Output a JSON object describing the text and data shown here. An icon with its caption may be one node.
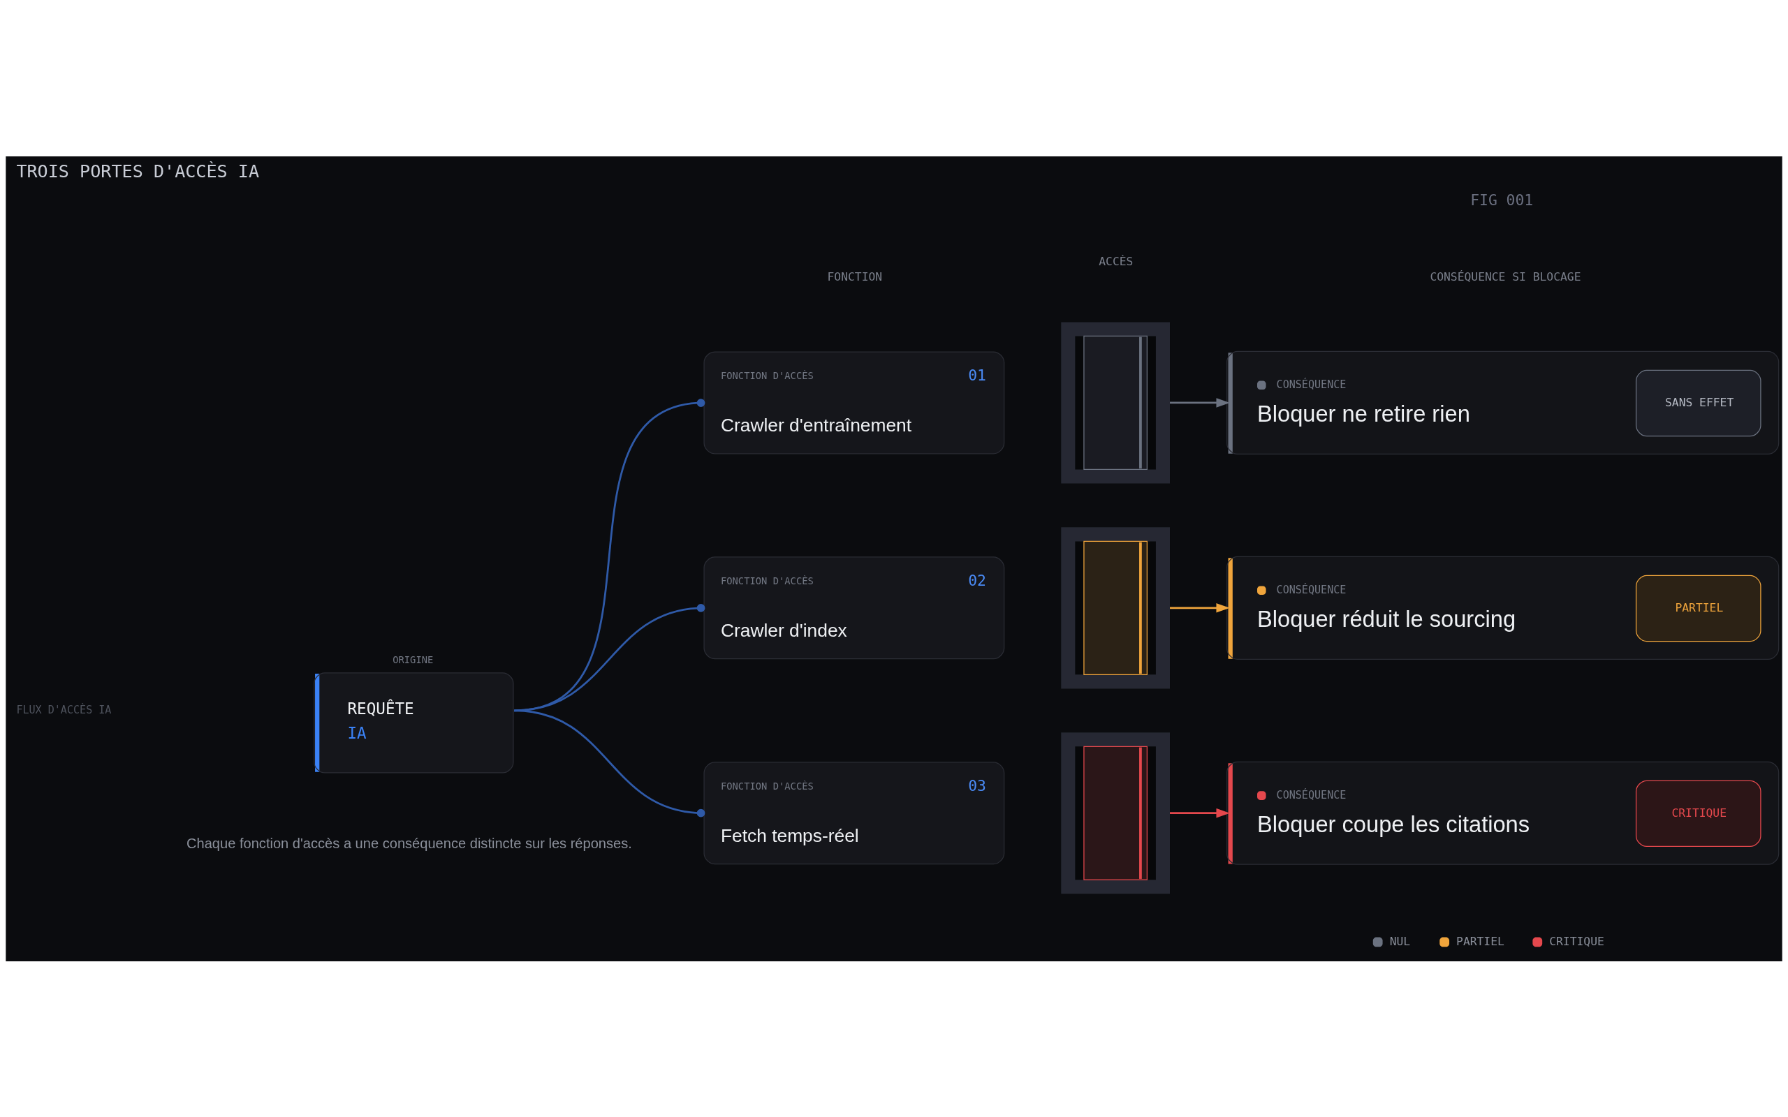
{
  "diagram": {
    "title": "TROIS PORTES D'ACCÈS IA",
    "caption": "Chaque fonction d'accès a une conséquence distincte sur les réponses.",
    "nodes": [
      {
        "text": [
          "ORIGINE",
          "REQUÊTE",
          "IA"
        ]
      },
      {
        "text": [
          "FONCTION D'ACCÈS",
          "01",
          "Crawler d'entraînement"
        ]
      },
      {
        "text": [
          "FONCTION D'ACCÈS",
          "02",
          "Crawler d'index"
        ]
      },
      {
        "text": [
          "FONCTION D'ACCÈS",
          "03",
          "Fetch temps-réel"
        ]
      },
      {
        "text": [],
        "shape": "picture"
      },
      {
        "text": [],
        "shape": "picture"
      },
      {
        "text": [],
        "shape": "picture"
      },
      {
        "text": [
          "CONSÉQUENCE",
          "Bloquer ne retire rien",
          "SANS EFFET"
        ]
      },
      {
        "text": [
          "CONSÉQUENCE",
          "Bloquer réduit le sourcing",
          "PARTIEL"
        ]
      },
      {
        "text": [
          "CONSÉQUENCE",
          "Bloquer coupe les citations",
          "CRITIQUE"
        ]
      }
    ],
    "edges": [
      {
        "from": 0,
        "to": 1,
        "arrow": "other"
      },
      {
        "from": 0,
        "to": 2,
        "arrow": "other"
      },
      {
        "from": 0,
        "to": 3,
        "arrow": "other"
      },
      {
        "from": 4,
        "to": 7,
        "arrow": "to",
        "color": "#6b7280"
      },
      {
        "from": 5,
        "to": 8,
        "arrow": "to",
        "color": "#f0a53c"
      },
      {
        "from": 6,
        "to": 9,
        "arrow": "to",
        "color": "#e5484d"
      }
    ],
    "labels": [
      "FIG 001",
      "FONCTION",
      "ACCÈS",
      "CONSÉQUENCE SI BLOCAGE",
      "FLUX D'ACCÈS IA"
    ],
    "legend": [
      {
        "text": "NUL",
        "color": "#6b7280"
      },
      {
        "text": "PARTIEL",
        "color": "#f0a53c"
      },
      {
        "text": "CRITIQUE",
        "color": "#e5484d"
      }
    ]
  }
}
